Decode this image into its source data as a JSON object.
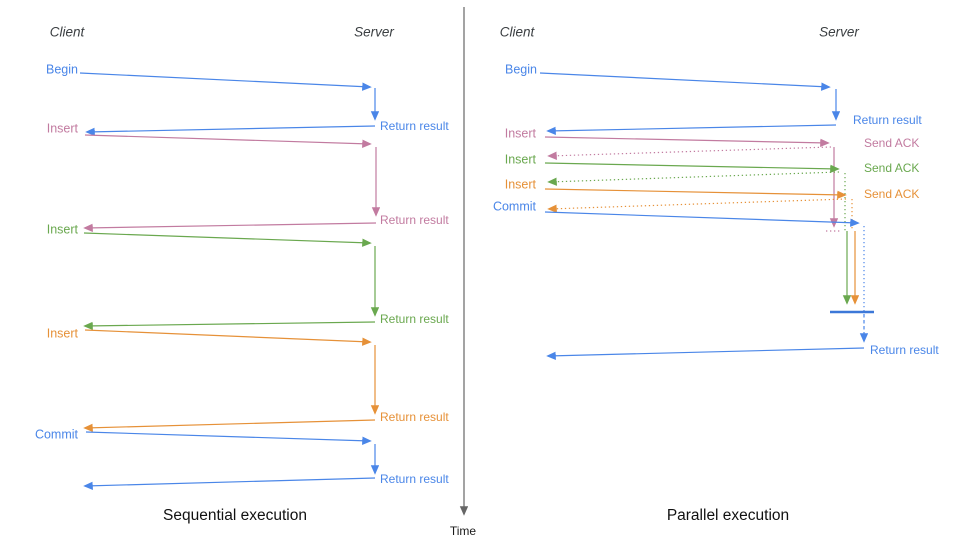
{
  "colors": {
    "blue": "#4a86e8",
    "dark_blue": "#3c78d8",
    "pink": "#c27ba0",
    "green": "#6aa84f",
    "orange": "#e69138",
    "axis": "#666666"
  },
  "sequential": {
    "title": "Sequential execution",
    "client_header": "Client",
    "server_header": "Server",
    "ops": [
      {
        "label": "Begin",
        "result": "Return result"
      },
      {
        "label": "Insert",
        "result": "Return result"
      },
      {
        "label": "Insert",
        "result": "Return result"
      },
      {
        "label": "Insert",
        "result": "Return result"
      },
      {
        "label": "Commit",
        "result": "Return result"
      }
    ]
  },
  "parallel": {
    "title": "Parallel execution",
    "client_header": "Client",
    "server_header": "Server",
    "ops": [
      {
        "label": "Begin",
        "server_note": "Return result"
      },
      {
        "label": "Insert",
        "server_note": "Send ACK"
      },
      {
        "label": "Insert",
        "server_note": "Send ACK"
      },
      {
        "label": "Insert",
        "server_note": "Send ACK"
      },
      {
        "label": "Commit"
      }
    ],
    "final_result": "Return result"
  },
  "time_axis": {
    "label": "Time"
  }
}
